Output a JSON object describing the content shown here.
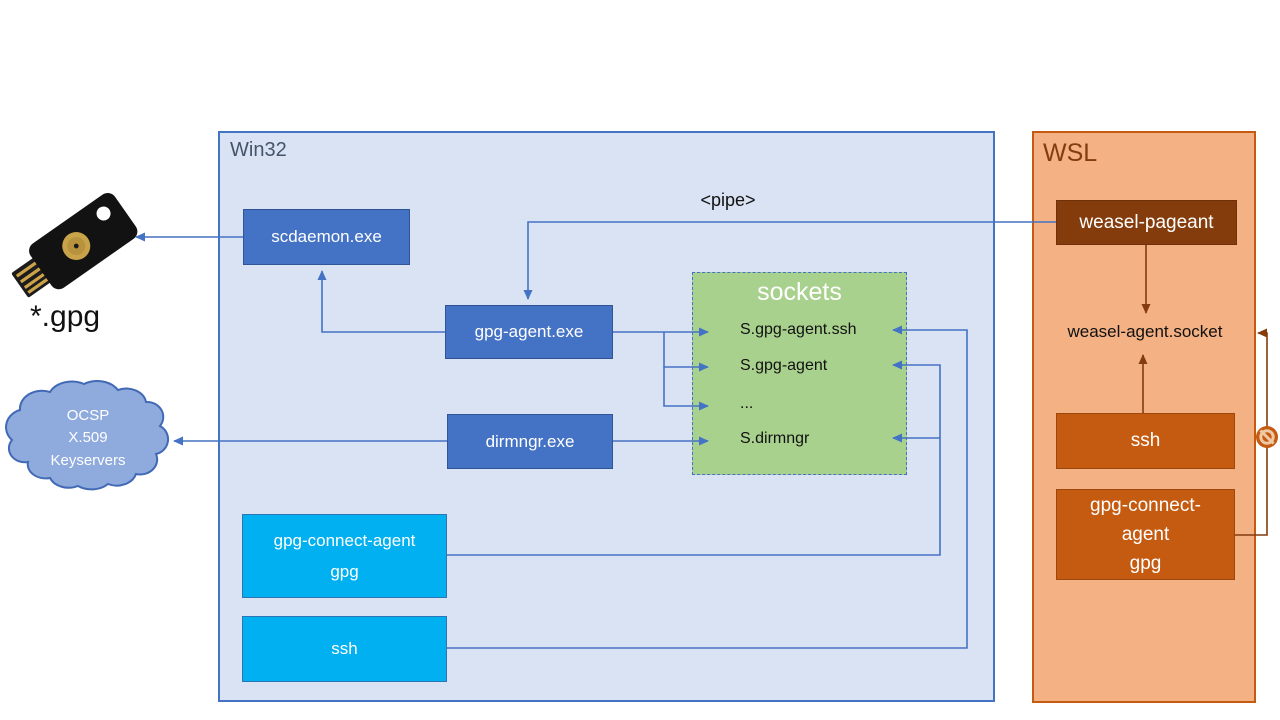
{
  "win32": {
    "label": "Win32",
    "scdaemon": "scdaemon.exe",
    "gpg_agent": "gpg-agent.exe",
    "dirmngr": "dirmngr.exe",
    "gpg_connect_line1": "gpg-connect-agent",
    "gpg_connect_line2": "gpg",
    "ssh": "ssh"
  },
  "sockets": {
    "title": "sockets",
    "items": [
      "S.gpg-agent.ssh",
      "S.gpg-agent",
      "...",
      "S.dirmngr"
    ]
  },
  "wsl": {
    "label": "WSL",
    "weasel_pageant": "weasel-pageant",
    "socket_file": "weasel-agent.socket",
    "ssh": "ssh",
    "gpg_connect_line1": "gpg-connect-",
    "gpg_connect_line2": "agent",
    "gpg_connect_line3": "gpg"
  },
  "external": {
    "star_gpg": "*.gpg",
    "cloud_lines": [
      "OCSP",
      "X.509",
      "Keyservers"
    ]
  },
  "pipe_label": "<pipe>",
  "colors": {
    "win32_bg": "#DAE3F3",
    "win32_border": "#4472C4",
    "process_blue": "#4472C4",
    "process_cyan": "#00B0F0",
    "sockets_green": "#A9D18E",
    "wsl_bg": "#F4B183",
    "wsl_border": "#C55A11",
    "wsl_process_orange": "#C55A11",
    "weasel_dark_brown": "#843C0C",
    "connector_blue": "#4472C4",
    "connector_brown": "#843C0C",
    "cloud_fill": "#8FAADC"
  }
}
